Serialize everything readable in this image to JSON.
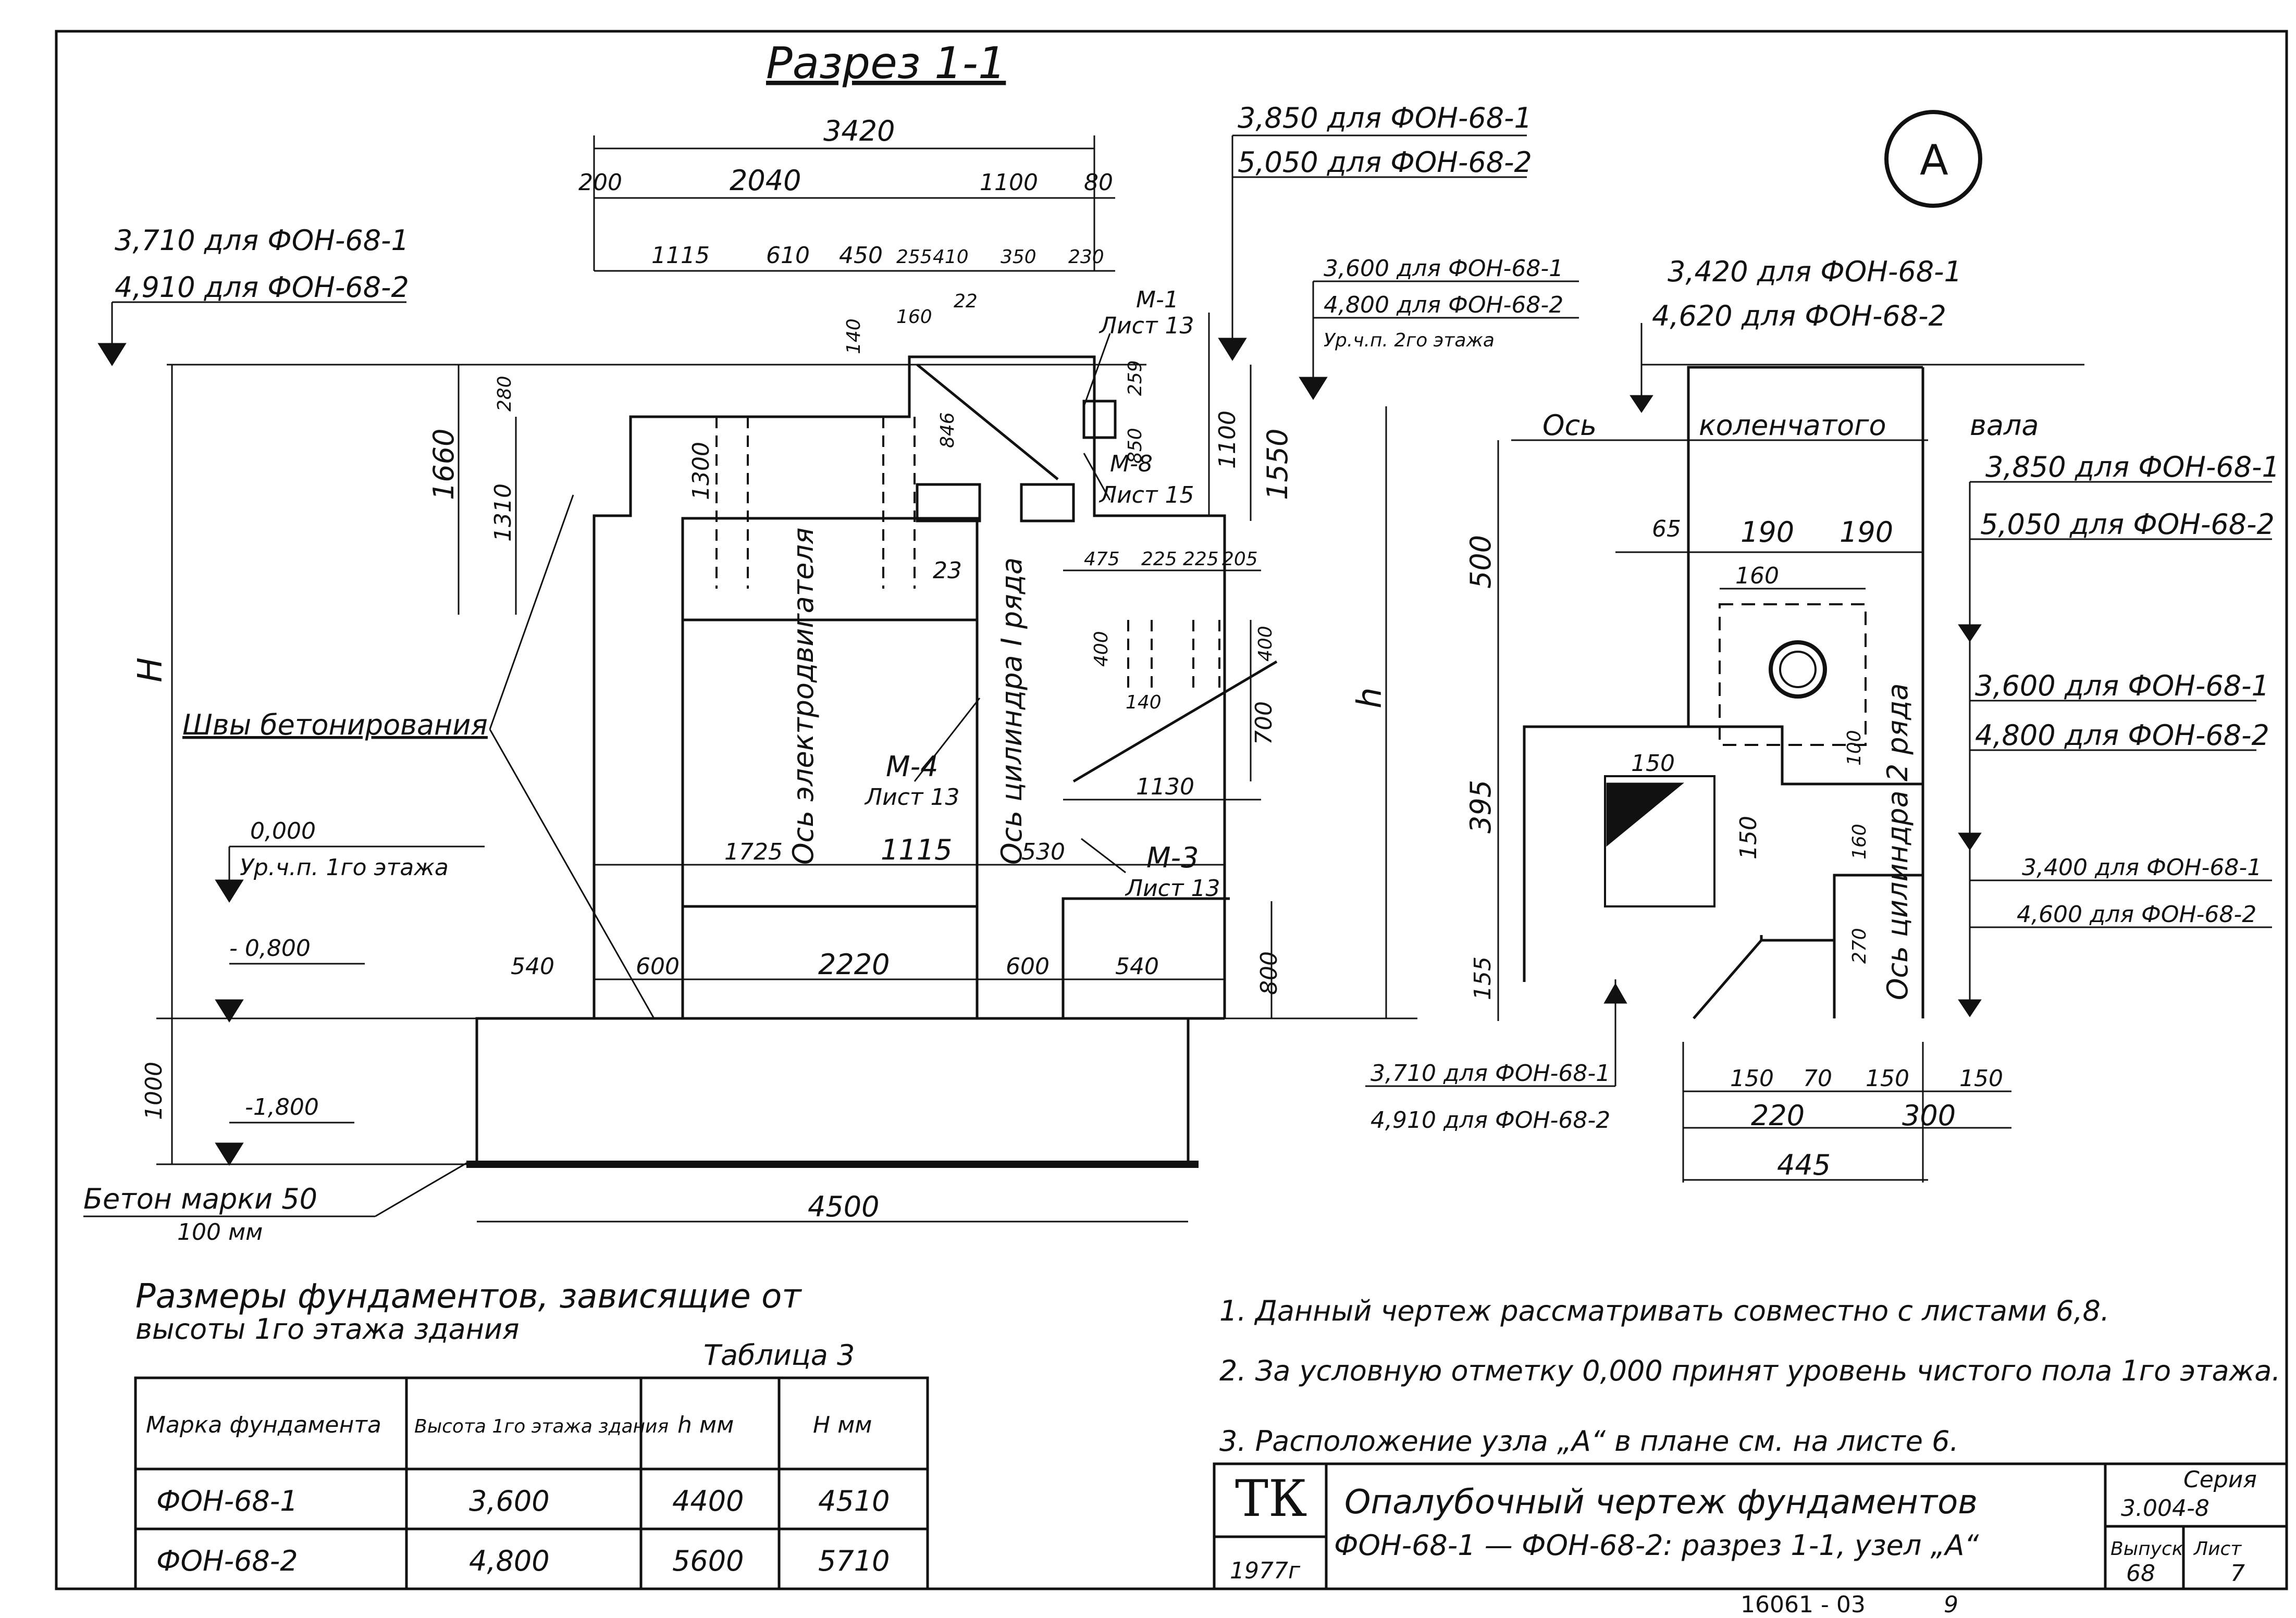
{
  "section_title": "Разрез 1-1",
  "node_label": "A",
  "section": {
    "dims_top": {
      "overall": "3420",
      "row2": [
        "200",
        "2040",
        "1100",
        "80"
      ],
      "row3": [
        "1115",
        "610",
        "450",
        "255",
        "410",
        "350",
        "230"
      ],
      "small": [
        "160",
        "22",
        "140",
        "846",
        "259",
        "850",
        "1100",
        "1550",
        "1300",
        "1310",
        "1660",
        "280",
        "23"
      ],
      "right_block": [
        "475",
        "225",
        "225",
        "205",
        "400",
        "140",
        "400",
        "700",
        "1130"
      ],
      "mid_row": [
        "1725",
        "1115",
        "530"
      ],
      "bottom_row": [
        "540",
        "600",
        "2220",
        "600",
        "540"
      ],
      "vert_low": [
        "800",
        "1000"
      ],
      "base_width": "4500",
      "H": "H",
      "h": "h"
    },
    "marks_left": {
      "top1": "3,710 для ФОН-68-1",
      "top2": "4,910 для ФОН-68-2",
      "zero1": "0,000",
      "zero2": "Ур.ч.п. 1го этажа",
      "m0800": "- 0,800",
      "m1800": "-1,800"
    },
    "marks_right": {
      "a1": "3,850 для ФОН-68-1",
      "a2": "5,050 для ФОН-68-2",
      "b1": "3,600 для ФОН-68-1",
      "b2": "4,800 для ФОН-68-2",
      "b3": "Ур.ч.п. 2го этажа"
    },
    "labels": {
      "seams": "Швы бетонирования",
      "concrete1": "Бетон марки 50",
      "concrete2": "100 мм",
      "axis_motor": "Ось электродвигателя",
      "axis_cyl1": "Ось цилиндра I ряда",
      "m1": "М-1",
      "m1_sheet": "Лист 13",
      "m8": "М-8",
      "m8_sheet": "Лист 15",
      "m4": "М-4",
      "m4_sheet": "Лист 13",
      "m3": "М-3",
      "m3_sheet": "Лист 13"
    }
  },
  "node": {
    "mark_top1": "3,420 для ФОН-68-1",
    "mark_top2": "4,620 для ФОН-68-2",
    "axis_shaft_1": "Ось",
    "axis_shaft_2": "коленчатого",
    "axis_shaft_3": "вала",
    "r1a": "3,850 для ФОН-68-1",
    "r1b": "5,050 для ФОН-68-2",
    "r2a": "3,600 для ФОН-68-1",
    "r2b": "4,800 для ФОН-68-2",
    "r3a": "3,400 для ФОН-68-1",
    "r3b": "4,600 для ФОН-68-2",
    "bl1": "3,710 для ФОН-68-1",
    "bl2": "4,910 для ФОН-68-2",
    "axis_cyl2": "Ось цилиндра 2 ряда",
    "dims": [
      "65",
      "190",
      "190",
      "160",
      "500",
      "395",
      "155",
      "150",
      "150",
      "100",
      "160",
      "270",
      "150",
      "70",
      "150",
      "150",
      "220",
      "300",
      "445"
    ]
  },
  "table": {
    "caption1": "Размеры фундаментов, зависящие от",
    "caption2": "высоты 1го этажа здания",
    "caption3": "Таблица 3",
    "headers": [
      "Марка фундамента",
      "Высота 1го этажа здания",
      "h мм",
      "H мм"
    ],
    "rows": [
      [
        "ФОН-68-1",
        "3,600",
        "4400",
        "4510"
      ],
      [
        "ФОН-68-2",
        "4,800",
        "5600",
        "5710"
      ]
    ]
  },
  "notes": [
    "1. Данный чертеж рассматривать совместно с листами 6,8.",
    "2. За условную отметку 0,000 принят уровень чистого пола 1го этажа.",
    "3. Расположение узла „А“ в плане см. на листе 6."
  ],
  "stamp": {
    "org": "ТК",
    "year": "1977г",
    "title1": "Опалубочный чертеж фундаментов",
    "title2": "ФОН-68-1 — ФОН-68-2: разрез 1-1, узел „А“",
    "series_label": "Серия",
    "series": "3.004-8",
    "issue_label": "Выпуск",
    "issue": "68",
    "sheet_label": "Лист",
    "sheet": "7"
  },
  "footer": {
    "code": "16061 - 03",
    "page": "9"
  }
}
